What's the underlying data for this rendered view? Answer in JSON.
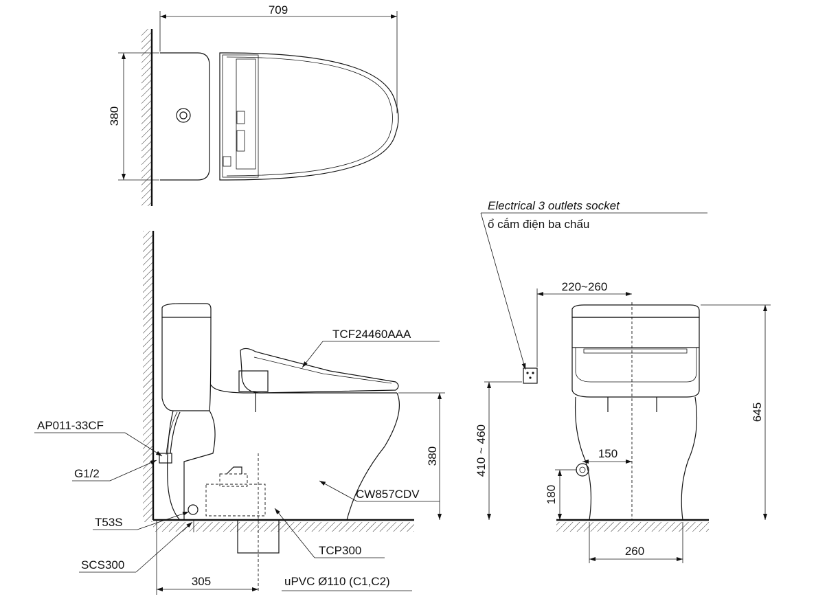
{
  "top_view": {
    "width_dim": "709",
    "depth_dim": "380"
  },
  "side_view": {
    "seat_model": "TCF24460AAA",
    "bowl_model": "CW857CDV",
    "valve_model": "AP011-33CF",
    "inlet_size": "G1/2",
    "gasket_model": "T53S",
    "flange_model": "SCS300",
    "trap_model": "TCP300",
    "pipe_spec": "uPVC Ø110 (C1,C2)",
    "seat_height_dim": "380",
    "rough_in_dim": "305"
  },
  "front_view": {
    "socket_label_en": "Electrical 3 outlets socket",
    "socket_label_vi": "ổ cắm điện ba chấu",
    "socket_offset_dim": "220~260",
    "socket_height_dim": "410 ~ 460",
    "total_height_dim": "645",
    "inlet_offset_dim": "150",
    "inlet_height_dim": "180",
    "base_width_dim": "260"
  }
}
